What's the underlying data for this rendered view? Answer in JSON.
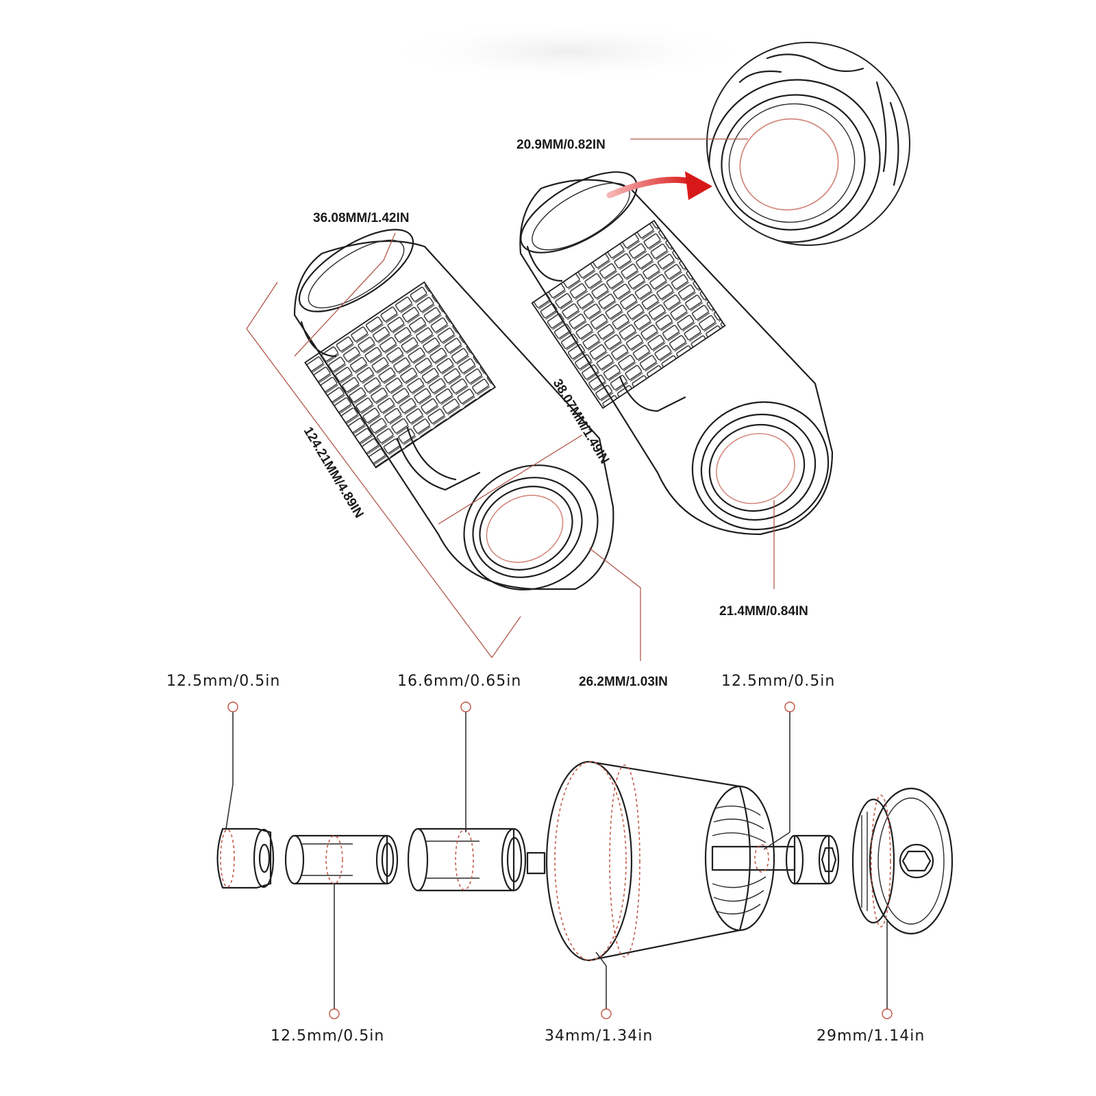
{
  "dimensions": {
    "grip_outer_diameter": "36.08MM/1.42IN",
    "grip_length": "124.21MM/4.89IN",
    "grip_body_diameter": "38.07MM/1.49IN",
    "grip_end_outer": "26.2MM/1.03IN",
    "grip_inner_right": "21.4MM/0.84IN",
    "grip_inner_detail": "20.9MM/0.82IN"
  },
  "parts": {
    "part1_top": "12.5mm/0.5in",
    "part2_bottom": "12.5mm/0.5in",
    "part3_top": "16.6mm/0.65in",
    "part4_bottom": "34mm/1.34in",
    "part5_top": "12.5mm/0.5in",
    "part6_bottom": "29mm/1.14in"
  },
  "colors": {
    "dimension_line": "#b0574a",
    "arrow": "#e02020",
    "outline": "#1e1e1e"
  }
}
